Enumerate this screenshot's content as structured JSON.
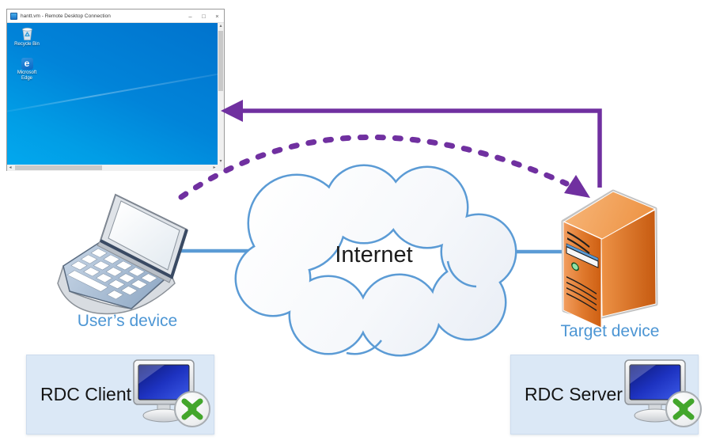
{
  "rdp_window": {
    "title": "hantt.vm - Remote Desktop Connection",
    "controls": {
      "minimize": "–",
      "maximize": "□",
      "close": "×"
    },
    "desktop_icons": [
      {
        "label": "Recycle Bin"
      },
      {
        "label": "Microsoft Edge"
      }
    ]
  },
  "icons": {
    "scroll_up": "▴",
    "scroll_down": "▾",
    "scroll_left": "◂",
    "scroll_right": "▸",
    "edge_letter": "e"
  },
  "diagram": {
    "internet_label": "Internet",
    "user_device_label": "User’s device",
    "target_device_label": "Target device"
  },
  "boxes": {
    "client_label": "RDC Client",
    "server_label": "RDC Server"
  },
  "colors": {
    "arrow_purple": "#7030A0",
    "diagram_blue": "#5B9BD5",
    "label_blue": "#4D96D4",
    "box_fill": "#DBE8F6",
    "desktop_blue_top": "#0173CD",
    "desktop_blue_bottom": "#02A8EE",
    "server_orange": "#E07A2E",
    "rdp_green": "#43A62C"
  }
}
